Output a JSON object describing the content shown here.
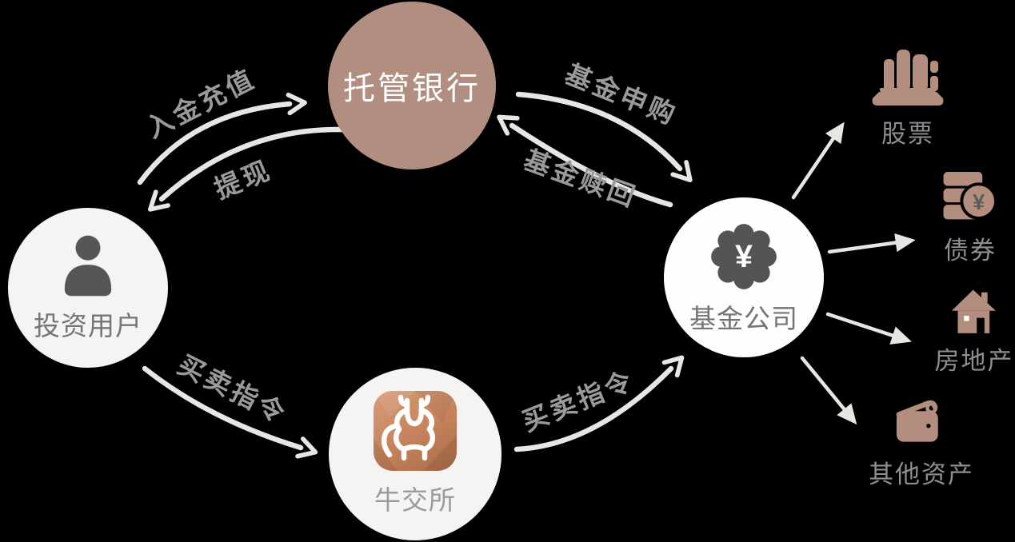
{
  "nodes": {
    "investor": {
      "label": "投资用户"
    },
    "bank": {
      "label": "托管银行"
    },
    "exchange": {
      "label": "牛交所"
    },
    "fund": {
      "label": "基金公司",
      "badge_symbol": "¥"
    }
  },
  "flows": {
    "deposit": {
      "label": "入金充值",
      "from": "investor",
      "to": "bank"
    },
    "withdraw": {
      "label": "提现",
      "from": "bank",
      "to": "investor"
    },
    "subscribe": {
      "label": "基金申购",
      "from": "bank",
      "to": "fund"
    },
    "redeem": {
      "label": "基金赎回",
      "from": "fund",
      "to": "bank"
    },
    "order_to_exchange": {
      "label": "买卖指令",
      "from": "investor",
      "to": "exchange"
    },
    "order_to_fund": {
      "label": "买卖指令",
      "from": "exchange",
      "to": "fund"
    }
  },
  "assets": [
    {
      "label": "股票"
    },
    {
      "label": "债券",
      "badge_symbol": "¥"
    },
    {
      "label": "房地产"
    },
    {
      "label": "其他资产"
    }
  ],
  "colors": {
    "background": "#000000",
    "bank_circle": "#b18e80",
    "light_circle": "#f5f4f3",
    "fund_circle": "#fefefe",
    "arrow": "#e8e6e3",
    "flow_label": "#9a9a9a",
    "asset_icon": "#b38d7d",
    "asset_label": "#8f8f8f",
    "dark_icon": "#565656"
  }
}
